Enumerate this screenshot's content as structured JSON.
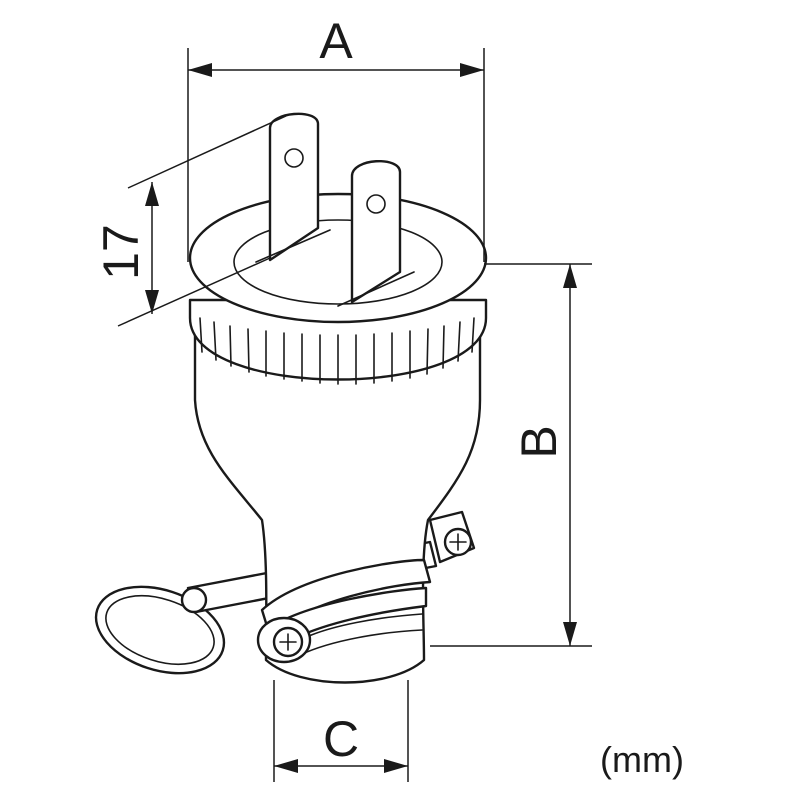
{
  "figure": {
    "labels": {
      "width": "A",
      "height": "B",
      "base": "C",
      "pin_offset": "17",
      "unit": "(mm)"
    },
    "line_color": "#1a1a1a",
    "background": "#ffffff"
  }
}
